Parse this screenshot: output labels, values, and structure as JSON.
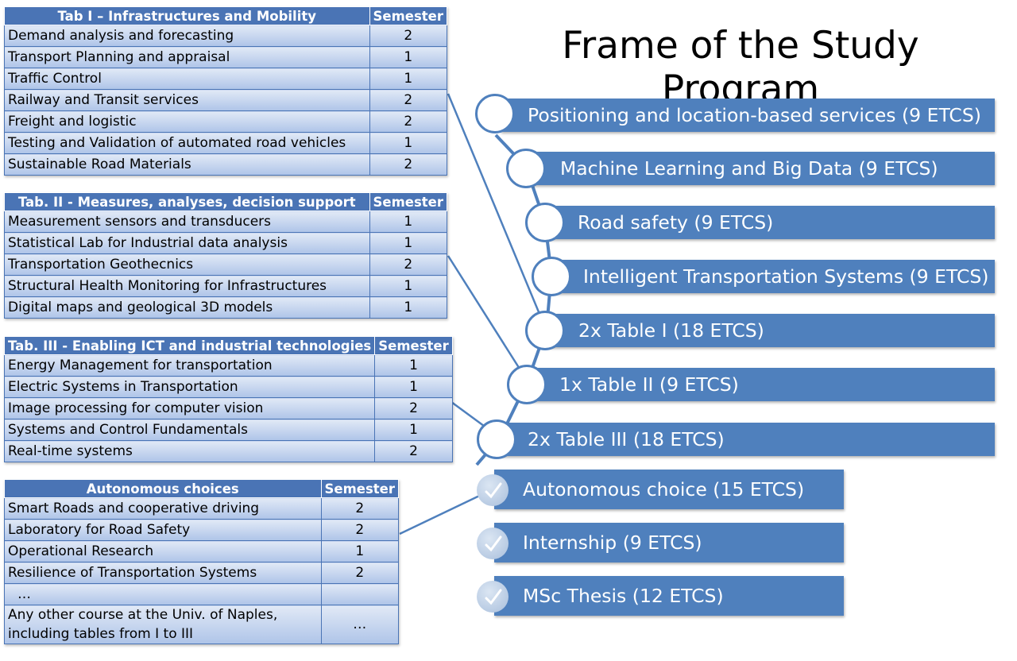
{
  "title": "Frame of the Study Program",
  "tables": {
    "tab1": {
      "header": "Tab I – Infrastructures and Mobility",
      "semester_header": "Semester",
      "rows": [
        {
          "course": "Demand analysis and forecasting",
          "semester": "2"
        },
        {
          "course": "Transport Planning and appraisal",
          "semester": "1"
        },
        {
          "course": "Traffic Control",
          "semester": "1"
        },
        {
          "course": "Railway and Transit services",
          "semester": "2"
        },
        {
          "course": "Freight and logistic",
          "semester": "2"
        },
        {
          "course": "Testing and Validation of automated road vehicles",
          "semester": "1"
        },
        {
          "course": "Sustainable Road Materials",
          "semester": "2"
        }
      ]
    },
    "tab2": {
      "header": "Tab. II - Measures, analyses, decision support",
      "semester_header": "Semester",
      "rows": [
        {
          "course": "Measurement sensors and transducers",
          "semester": "1"
        },
        {
          "course": "Statistical Lab for Industrial data analysis",
          "semester": "1"
        },
        {
          "course": "Transportation Geothecnics",
          "semester": "2"
        },
        {
          "course": "Structural Health Monitoring for Infrastructures",
          "semester": "1"
        },
        {
          "course": "Digital maps and geological 3D models",
          "semester": "1"
        }
      ]
    },
    "tab3": {
      "header": "Tab. III - Enabling ICT and industrial technologies",
      "semester_header": "Semester",
      "rows": [
        {
          "course": "Energy Management for transportation",
          "semester": "1"
        },
        {
          "course": "Electric Systems in Transportation",
          "semester": "1"
        },
        {
          "course": "Image processing for computer vision",
          "semester": "2"
        },
        {
          "course": "Systems and Control Fundamentals",
          "semester": "1"
        },
        {
          "course": "Real-time systems",
          "semester": "2"
        }
      ]
    },
    "auto": {
      "header": "Autonomous choices",
      "semester_header": "Semester",
      "rows": [
        {
          "course": "Smart Roads and cooperative driving",
          "semester": "2"
        },
        {
          "course": "Laboratory for Road Safety",
          "semester": "2"
        },
        {
          "course": "Operational Research",
          "semester": "1"
        },
        {
          "course": "Resilience of Transportation Systems",
          "semester": "2"
        },
        {
          "course": "…",
          "semester": ""
        },
        {
          "course": "Any other course at the Univ. of Naples, including tables from I to III",
          "semester": "…"
        }
      ]
    }
  },
  "bars": [
    {
      "label": "Positioning and location-based services (9 ETCS)"
    },
    {
      "label": "Machine Learning and Big Data (9 ETCS)"
    },
    {
      "label": "Road safety (9 ETCS)"
    },
    {
      "label": "Intelligent Transportation Systems (9 ETCS)"
    },
    {
      "label": "2x Table I (18 ETCS)"
    },
    {
      "label": "1x Table II (9 ETCS)"
    },
    {
      "label": "2x Table III (18 ETCS)"
    },
    {
      "label": "Autonomous  choice (15 ETCS)"
    },
    {
      "label": "Internship (9 ETCS)"
    },
    {
      "label": "MSc Thesis (12 ETCS)"
    }
  ],
  "colors": {
    "accent": "#4f80bd",
    "table_header": "#4a74b5",
    "row_light": "#e1e9f6",
    "row_dark": "#aec4e8",
    "check": "#a9bfdc"
  },
  "icons": {
    "circle": "circle-node-icon",
    "check": "checkmark-icon"
  }
}
